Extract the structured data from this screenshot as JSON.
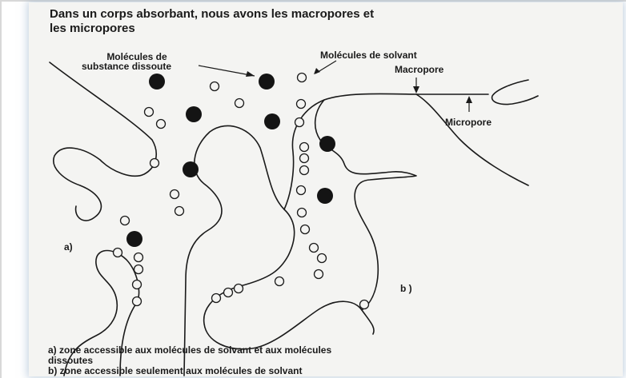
{
  "title": {
    "line1": "Dans un corps absorbant, nous avons les macropores et",
    "line2": "les micropores"
  },
  "labels": {
    "solute_line1": "Molécules de",
    "solute_line2": "substance dissoute",
    "solvent": "Molécules de solvant",
    "macropore": "Macropore",
    "micropore": "Micropore",
    "zone_a": "a)",
    "zone_b": "b )"
  },
  "legend": {
    "a_line1": "a) zone accessible aux molécules de solvant et aux molécules",
    "a_line2": "dissoutes",
    "b": "b) zone accessible seulement aux molécules de solvant"
  },
  "colors": {
    "ink": "#1a1a1a",
    "paper": "#f4f4f2"
  }
}
